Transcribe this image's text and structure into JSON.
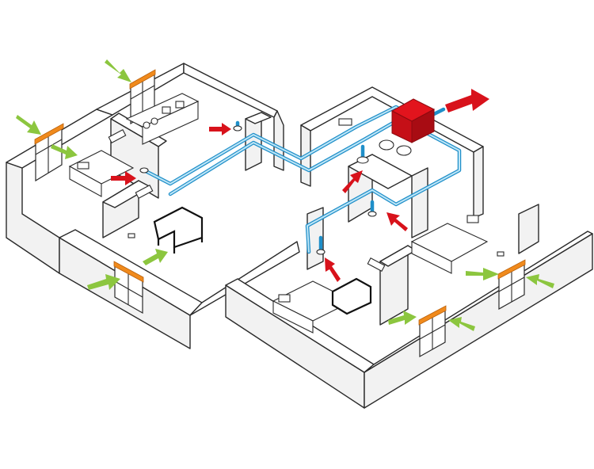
{
  "colors": {
    "duct": "#1f8fc9",
    "duct_highlight": "#bfe6f7",
    "ventilation_unit": "#d8121b",
    "exhaust_arrow": "#d8121b",
    "fresh_air_arrow": "#8cc63f",
    "window_vent": "#f08a1c",
    "wall_outline": "#2a2a2a"
  },
  "icons": {
    "ventilation_unit": "red-cube-unit",
    "fresh_air": "green-arrow",
    "exhaust_air": "red-arrow",
    "window_vent": "orange-slot-vent",
    "ceiling_diffuser": "round-diffuser"
  }
}
